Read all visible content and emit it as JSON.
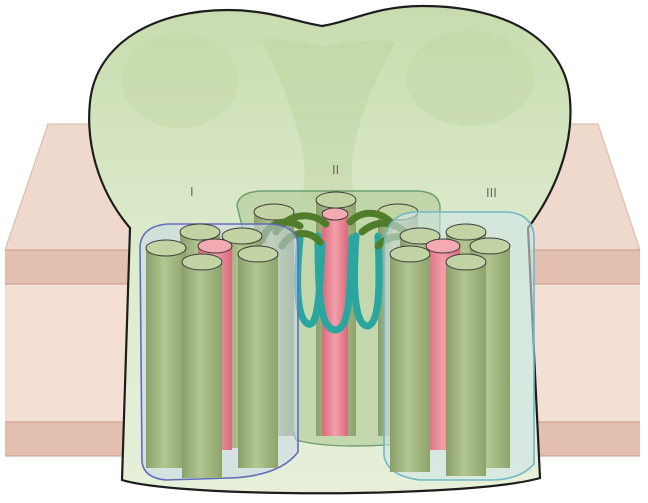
{
  "labels": {
    "domain_1": "I",
    "domain_2": "II",
    "domain_3": "III"
  },
  "colors": {
    "membrane_band": "#e2bfae",
    "membrane_line": "#d2a793",
    "membrane_core": "#f4dfd4",
    "protein": "#d8e6c2",
    "helix": "#a6bb84",
    "helix_top": "#c2d4a3",
    "pore_helix": "#e97f8d",
    "domain_1_outline": "#5e6fb9",
    "domain_3_outline": "#6fb7c6",
    "domain_2_outline": "#6e9e6e",
    "loop_dark": "#4f7d2a",
    "loop_teal": "#2aa6a0"
  }
}
